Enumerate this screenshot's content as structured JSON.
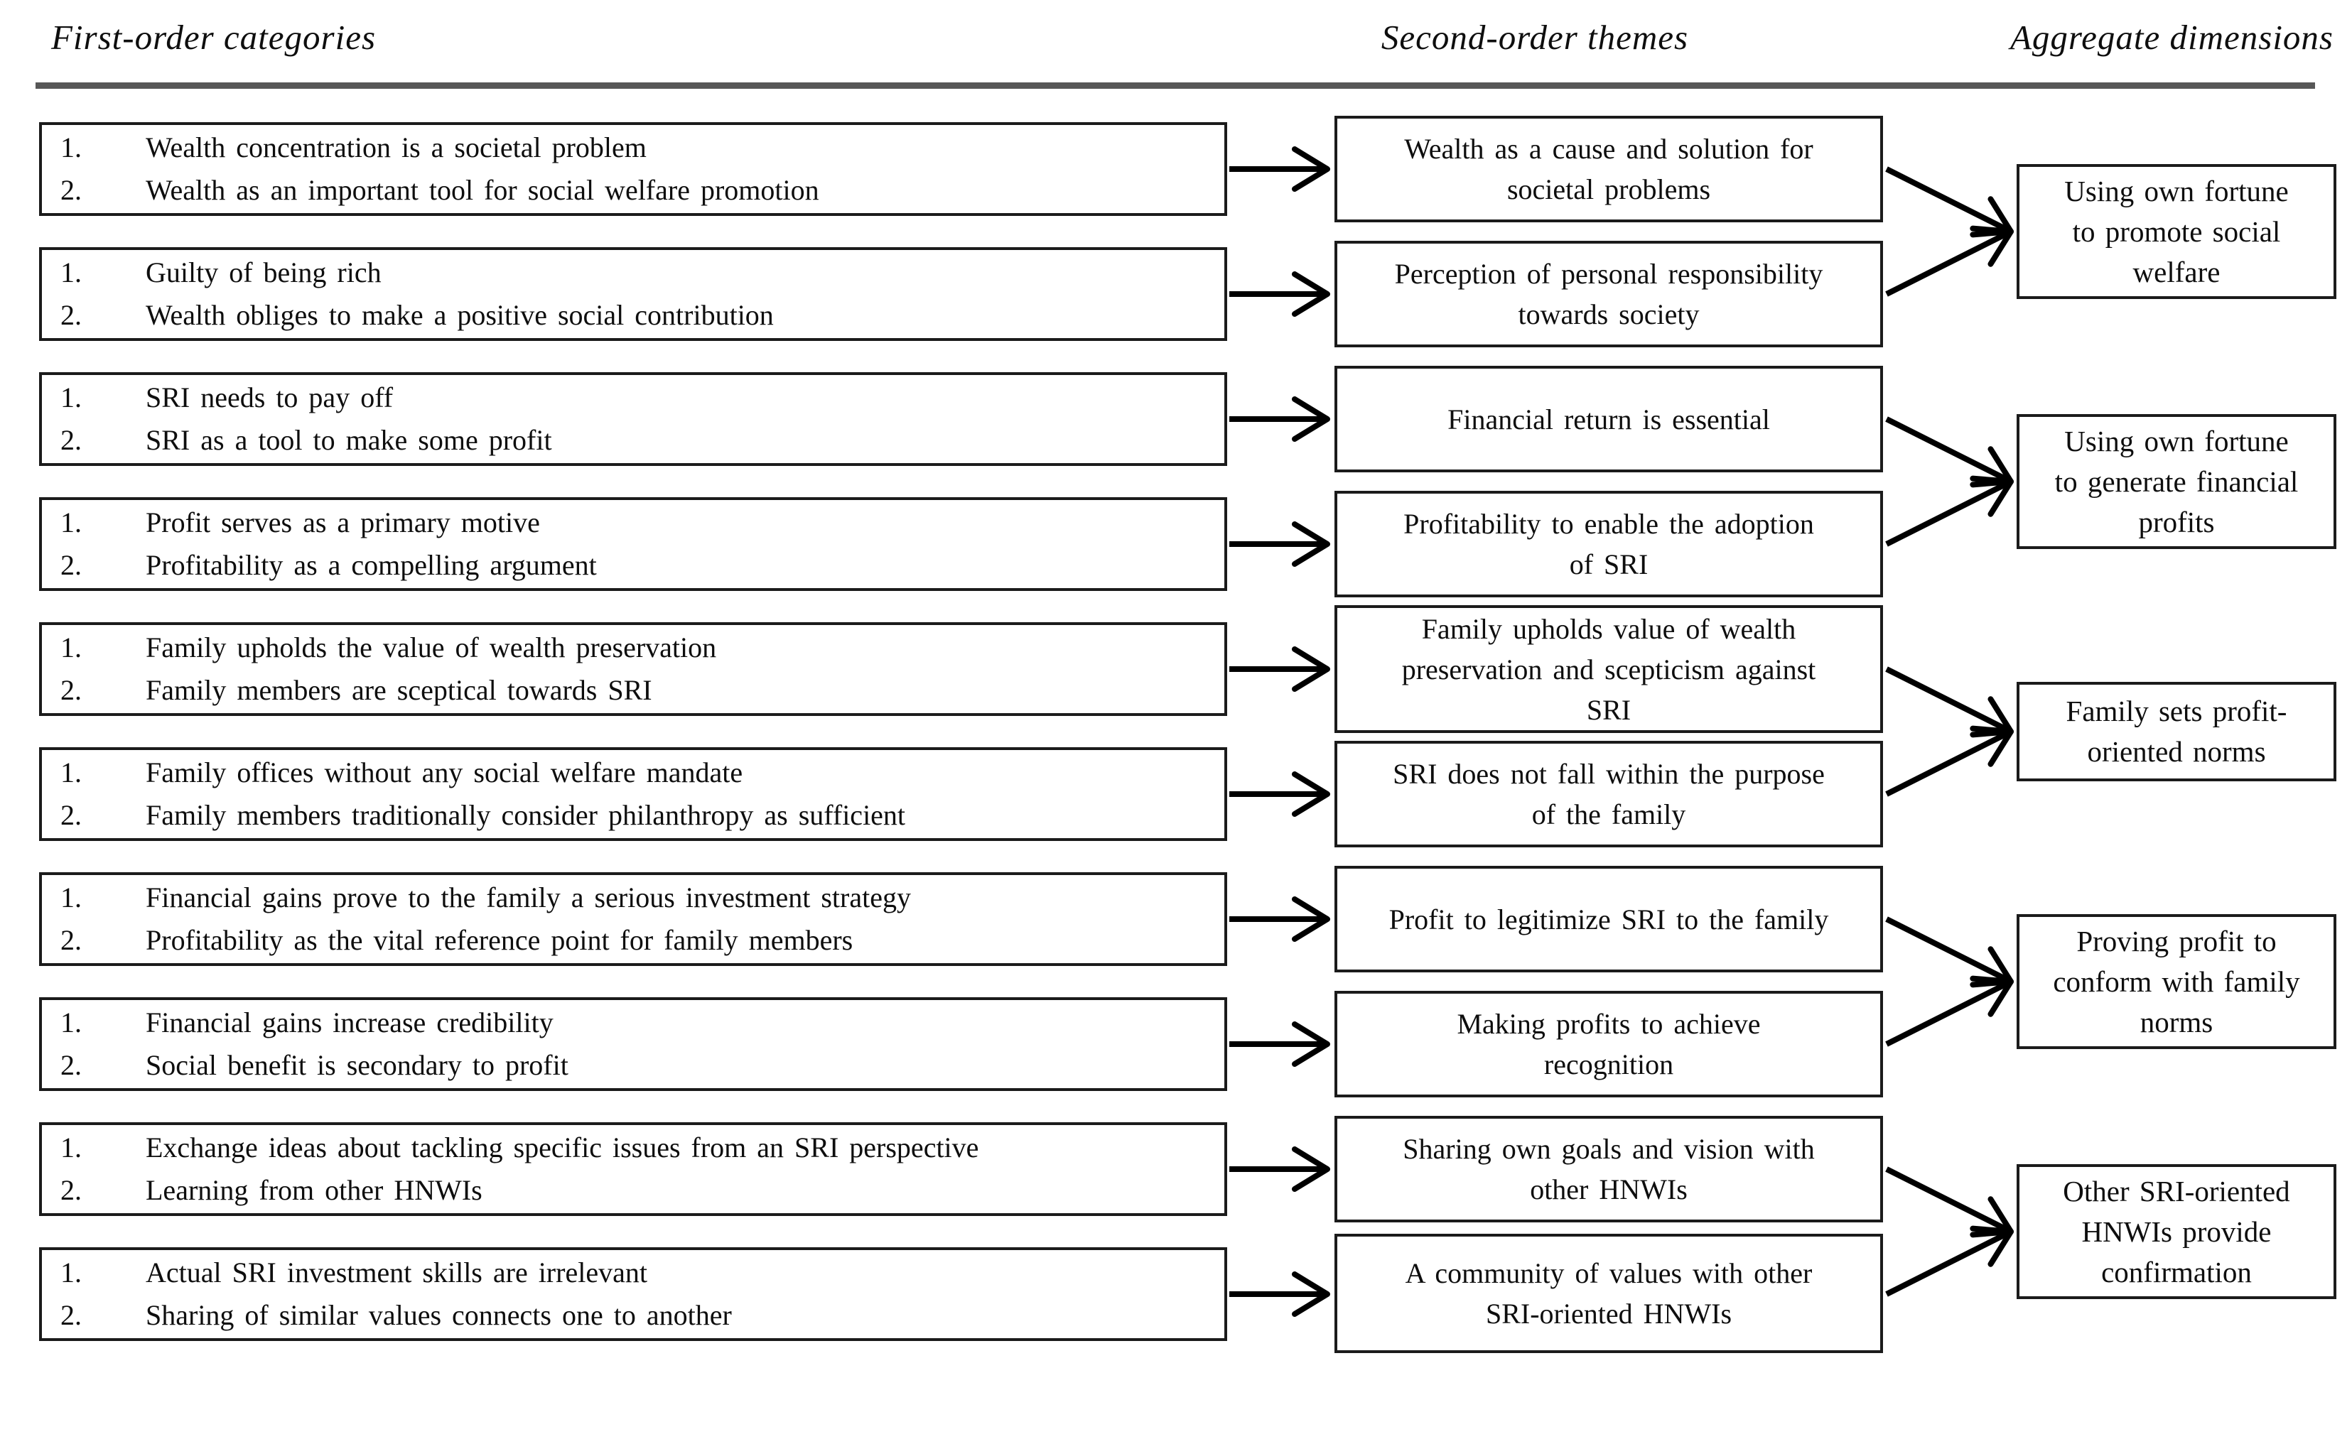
{
  "headers": {
    "first_order": "First-order categories",
    "second_order": "Second-order themes",
    "aggregate": "Aggregate dimensions"
  },
  "colors": {
    "background": "#ffffff",
    "ink": "#0e0e0e",
    "box_border": "#1b1b1b",
    "arrow": "#000000",
    "header_rule": "#575757"
  },
  "first_order_categories": [
    {
      "items": [
        {
          "n": "1.",
          "text": "Wealth concentration is a societal problem"
        },
        {
          "n": "2.",
          "text": "Wealth as an important tool for social welfare promotion"
        }
      ]
    },
    {
      "items": [
        {
          "n": "1.",
          "text": "Guilty of being rich"
        },
        {
          "n": "2.",
          "text": "Wealth obliges to make a positive social contribution"
        }
      ]
    },
    {
      "items": [
        {
          "n": "1.",
          "text": "SRI needs to pay off"
        },
        {
          "n": "2.",
          "text": "SRI as a tool to make some profit"
        }
      ]
    },
    {
      "items": [
        {
          "n": "1.",
          "text": "Profit serves as a primary motive"
        },
        {
          "n": "2.",
          "text": "Profitability as a compelling argument"
        }
      ]
    },
    {
      "items": [
        {
          "n": "1.",
          "text": "Family upholds the value of wealth preservation"
        },
        {
          "n": "2.",
          "text": "Family members are sceptical towards SRI"
        }
      ]
    },
    {
      "items": [
        {
          "n": "1.",
          "text": "Family offices without any social welfare mandate"
        },
        {
          "n": "2.",
          "text": "Family members traditionally consider philanthropy as sufficient"
        }
      ]
    },
    {
      "items": [
        {
          "n": "1.",
          "text": "Financial gains prove to the family a serious investment strategy"
        },
        {
          "n": "2.",
          "text": "Profitability as the vital reference point for family members"
        }
      ]
    },
    {
      "items": [
        {
          "n": "1.",
          "text": "Financial gains increase credibility"
        },
        {
          "n": "2.",
          "text": "Social benefit is secondary to profit"
        }
      ]
    },
    {
      "items": [
        {
          "n": "1.",
          "text": "Exchange ideas about tackling specific issues from an SRI perspective"
        },
        {
          "n": "2.",
          "text": "Learning from other HNWIs"
        }
      ]
    },
    {
      "items": [
        {
          "n": "1.",
          "text": "Actual SRI investment skills are irrelevant"
        },
        {
          "n": "2.",
          "text": "Sharing of similar values connects one to another"
        }
      ]
    }
  ],
  "second_order_themes": [
    {
      "text": "Wealth as a cause and solution for\nsocietal problems"
    },
    {
      "text": "Perception of personal responsibility\ntowards society"
    },
    {
      "text": "Financial return is essential"
    },
    {
      "text": "Profitability to enable the adoption\nof SRI"
    },
    {
      "text": "Family upholds value of wealth\npreservation and scepticism against\nSRI"
    },
    {
      "text": "SRI does not fall within the purpose\nof the family"
    },
    {
      "text": "Profit to legitimize SRI to the family"
    },
    {
      "text": "Making profits to achieve\nrecognition"
    },
    {
      "text": "Sharing own goals and vision with\nother HNWIs"
    },
    {
      "text": "A community of values with other\nSRI-oriented HNWIs"
    }
  ],
  "aggregate_dimensions": [
    {
      "text": "Using own fortune\nto promote social\nwelfare"
    },
    {
      "text": "Using own fortune\nto generate financial\nprofits"
    },
    {
      "text": "Family sets profit-\noriented norms"
    },
    {
      "text": "Proving profit to\nconform with family\nnorms"
    },
    {
      "text": "Other SRI-oriented\nHNWIs provide\nconfirmation"
    }
  ]
}
